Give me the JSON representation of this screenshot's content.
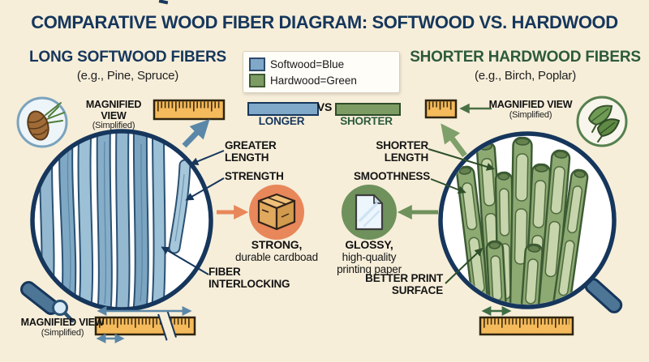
{
  "title": "COMPARATIVE WOOD FIBER DIAGRAM: SOFTWOOD VS. HARDWOOD",
  "legend": {
    "items": [
      {
        "label": "Softwood=Blue",
        "color": "#7fa8c9"
      },
      {
        "label": "Hardwood=Green",
        "color": "#7d9c63"
      }
    ]
  },
  "comparison": {
    "left_bar_label": "LONGER",
    "vs_label": "VS",
    "right_bar_label": "SHORTER"
  },
  "softwood": {
    "heading": "LONG SOFTWOOD FIBERS",
    "subheading": "(e.g., Pine, Spruce)",
    "magnified": {
      "label": "MAGNIFIED VIEW",
      "sub": "(Simplified)"
    },
    "magnified_bottom": {
      "label": "MAGNIFIED VIEW",
      "sub": "(Simplified)"
    },
    "callouts": {
      "greater_length": "GREATER LENGTH",
      "strength": "STRENGTH",
      "fiber_interlocking": "FIBER INTERLOCKING"
    },
    "product": {
      "title": "STRONG,",
      "desc": "durable cardboad"
    }
  },
  "hardwood": {
    "heading": "SHORTER HARDWOOD FIBERS",
    "subheading": "(e.g., Birch, Poplar)",
    "magnified": {
      "label": "MAGNIFIED VIEW",
      "sub": "(Simplified)"
    },
    "callouts": {
      "shorter_length": "SHORTER LENGTH",
      "smoothness": "SMOOTHNESS",
      "better_print_surface": "BETTER PRINT SURFACE"
    },
    "product": {
      "title": "GLOSSY,",
      "desc_line1": "high-quality",
      "desc_line2": "printing paper"
    }
  },
  "colors": {
    "background": "#f6eed9",
    "softwood_blue": "#7fa8c9",
    "hardwood_green": "#7d9c63",
    "title_navy": "#16365c",
    "heading_green": "#2c5a3c",
    "accent_orange": "#e8875a",
    "ruler_orange": "#f4ba5b"
  }
}
